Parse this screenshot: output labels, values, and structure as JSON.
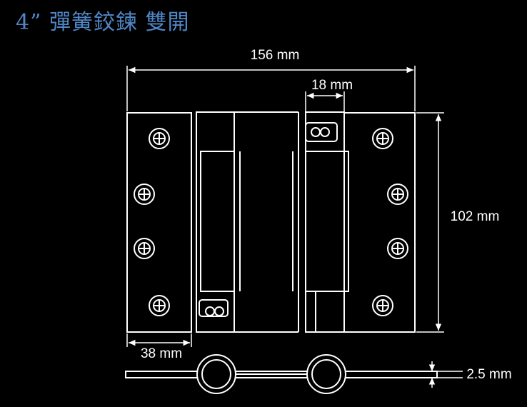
{
  "title": "4”  彈簧鉸鍊  雙開",
  "dimensions": {
    "overall_width": "156 mm",
    "knuckle_width": "18 mm",
    "height": "102 mm",
    "leaf_width": "38 mm",
    "thickness": "2.5 mm"
  },
  "colors": {
    "background": "#000000",
    "line": "#ffffff",
    "title": "#4f86c6"
  }
}
